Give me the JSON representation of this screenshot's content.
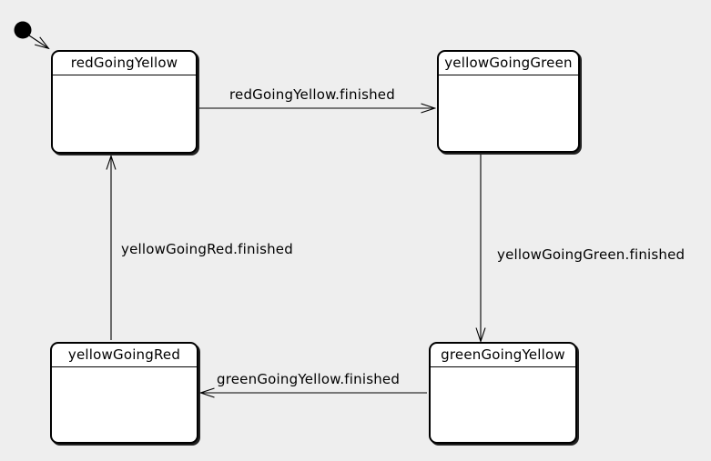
{
  "diagram": {
    "type": "state-machine",
    "colors": {
      "background": "#eeeeee",
      "state_fill": "#ffffff",
      "stroke": "#000000"
    },
    "initial": {
      "to": "redGoingYellow"
    },
    "states": [
      {
        "label": "redGoingYellow"
      },
      {
        "label": "yellowGoingGreen"
      },
      {
        "label": "yellowGoingRed"
      },
      {
        "label": "greenGoingYellow"
      }
    ],
    "transitions": [
      {
        "label": "redGoingYellow.finished",
        "from": "redGoingYellow",
        "to": "yellowGoingGreen"
      },
      {
        "label": "yellowGoingGreen.finished",
        "from": "yellowGoingGreen",
        "to": "greenGoingYellow"
      },
      {
        "label": "greenGoingYellow.finished",
        "from": "greenGoingYellow",
        "to": "yellowGoingRed"
      },
      {
        "label": "yellowGoingRed.finished",
        "from": "yellowGoingRed",
        "to": "redGoingYellow"
      }
    ]
  }
}
